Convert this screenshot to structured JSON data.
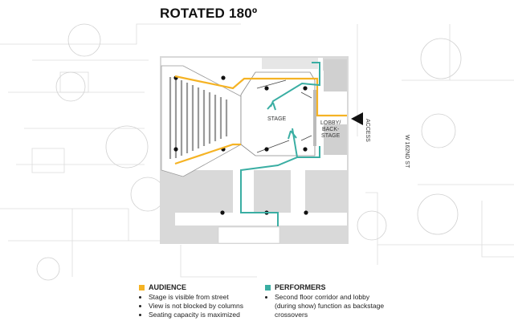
{
  "title": "ROTATED 180º",
  "labels": {
    "stage": "STAGE",
    "lobby": "LOBBY/\nBACK-\nSTAGE",
    "access": "ACCESS",
    "street": "W 162ND ST"
  },
  "legend": {
    "audience": {
      "title": "AUDIENCE",
      "color": "#f5b324",
      "items": [
        "Stage is visible from street",
        "View is not blocked by columns",
        "Seating capacity is maximized"
      ]
    },
    "performers": {
      "title": "PERFORMERS",
      "color": "#3aaea3",
      "items": [
        "Second floor corridor and lobby (during show) function as backstage crossovers"
      ]
    }
  },
  "colors": {
    "building": "#d9d9d9",
    "context": "#c8c8c8",
    "audience": "#f5b324",
    "performers": "#3aaea3"
  }
}
